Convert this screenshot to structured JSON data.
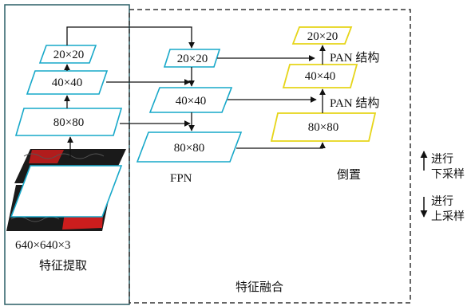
{
  "colors": {
    "backbone_box": "#2a5f66",
    "frame_dashed": "#333333",
    "cyan_outline": "#17a8c9",
    "yellow_outline": "#e6d519",
    "arrow": "#111111",
    "image_dark": "#1a1a1a",
    "image_red": "#cc1d1d"
  },
  "backbone": {
    "title": "特征提取",
    "input_label": "640×640×3",
    "layers": [
      "80×80",
      "40×40",
      "20×20"
    ]
  },
  "fusion": {
    "title": "特征融合",
    "fpn": {
      "label": "FPN",
      "layers": [
        "20×20",
        "40×40",
        "80×80"
      ]
    },
    "pan": {
      "label": "倒置",
      "layers": [
        "80×80",
        "40×40",
        "20×20"
      ],
      "structure_label_upper": "PAN 结构",
      "structure_label_lower": "PAN 结构"
    }
  },
  "legend": {
    "up_label_line1": "进行",
    "up_label_line2": "下采样",
    "down_label_line1": "进行",
    "down_label_line2": "上采样"
  }
}
